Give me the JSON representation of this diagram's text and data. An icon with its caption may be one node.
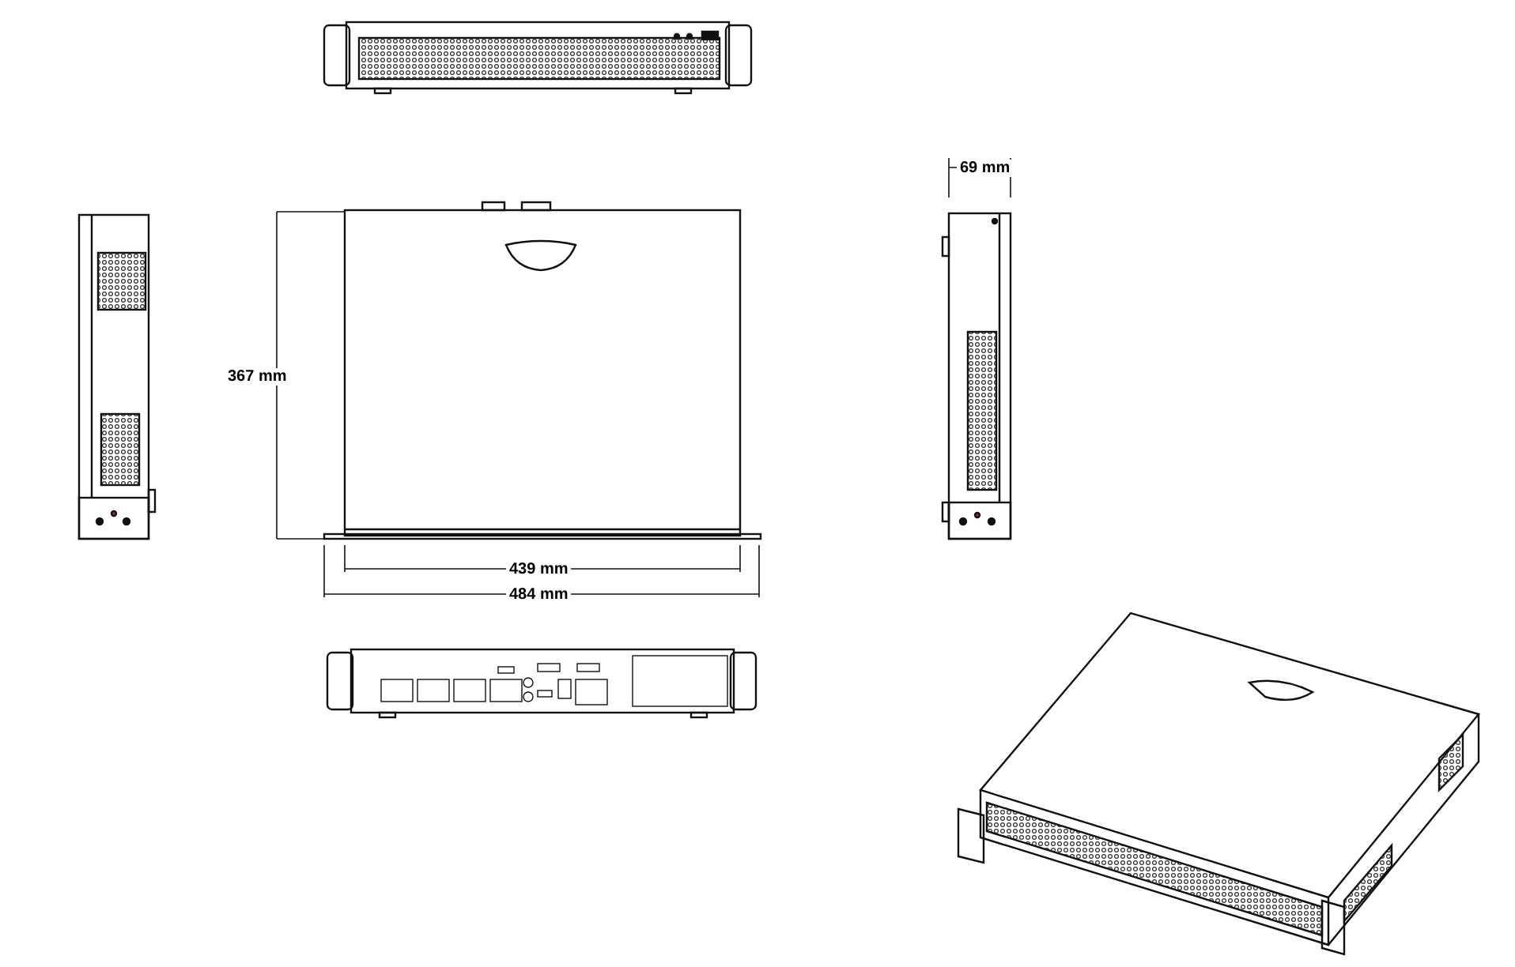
{
  "diagram": {
    "labels": [
      "69 mm",
      "367 mm",
      "439 mm",
      "484 mm"
    ]
  }
}
